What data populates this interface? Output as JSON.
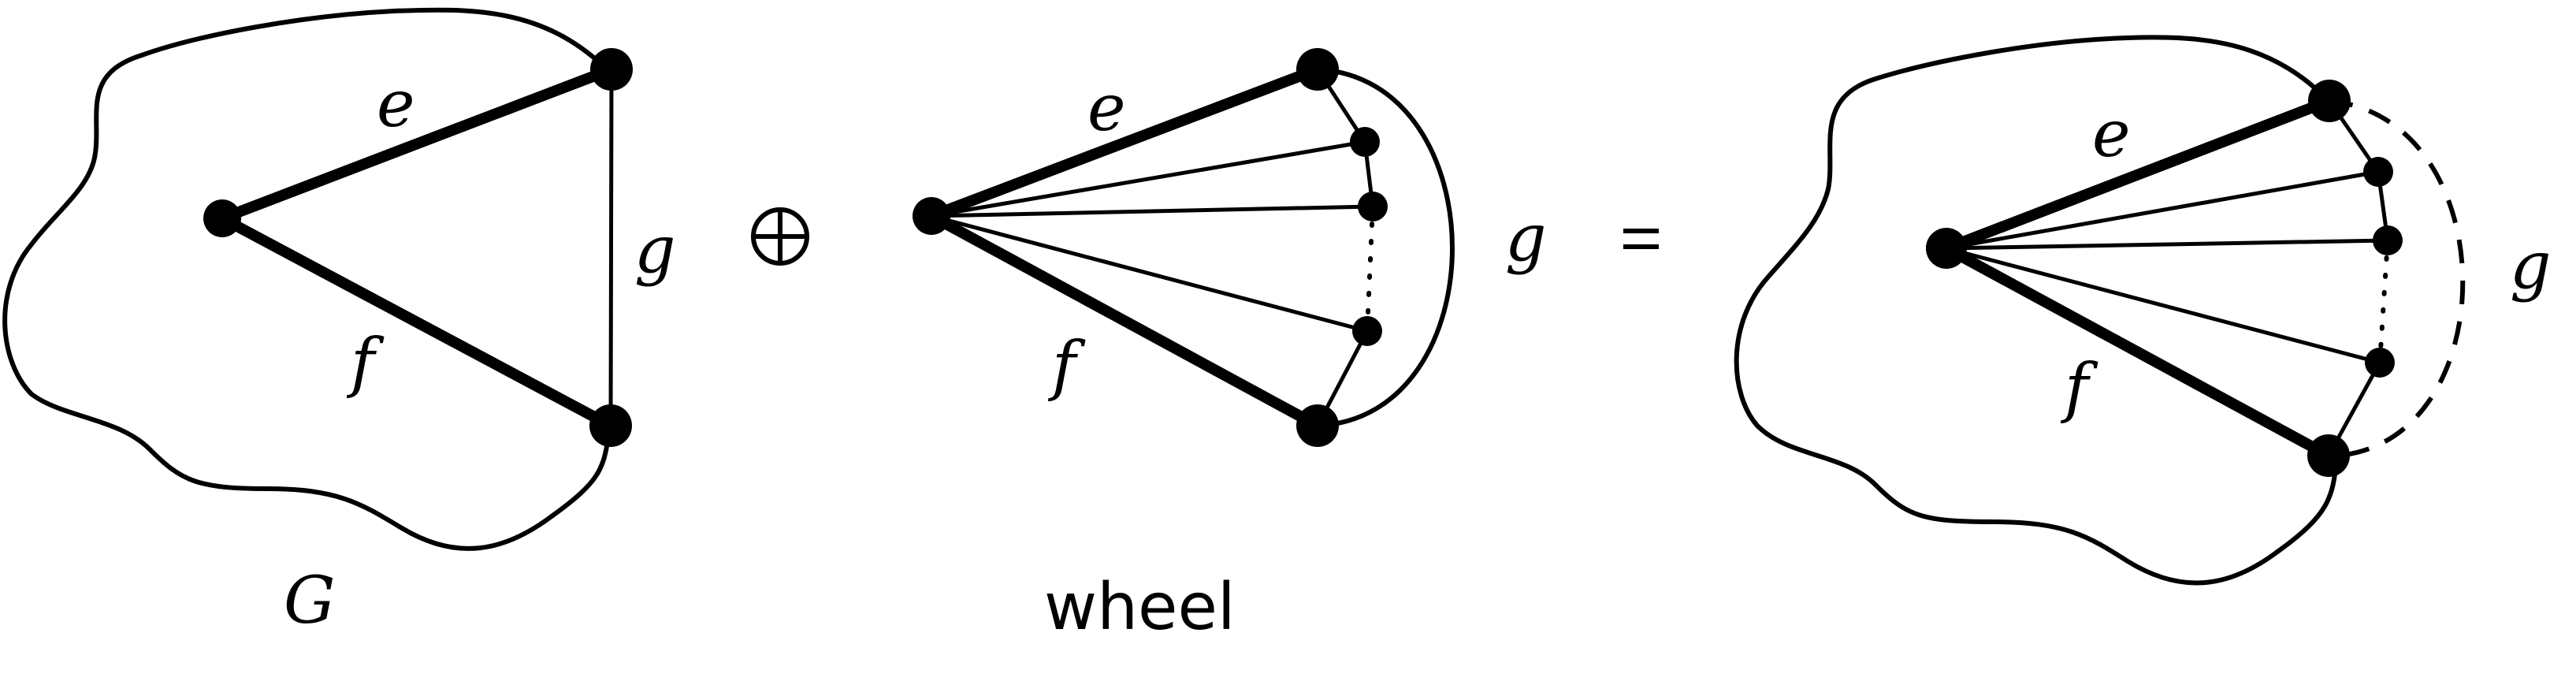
{
  "panels": {
    "graph_g": {
      "edge_e": "e",
      "edge_f": "f",
      "edge_g": "g",
      "caption": "G"
    },
    "wheel": {
      "edge_e": "e",
      "edge_f": "f",
      "edge_g": "g",
      "caption": "wheel"
    },
    "result": {
      "edge_e": "e",
      "edge_f": "f",
      "edge_g": "g"
    }
  },
  "operators": {
    "oplus": "⊕",
    "equals": "="
  },
  "colors": {
    "ink": "#000000",
    "background": "#ffffff"
  }
}
